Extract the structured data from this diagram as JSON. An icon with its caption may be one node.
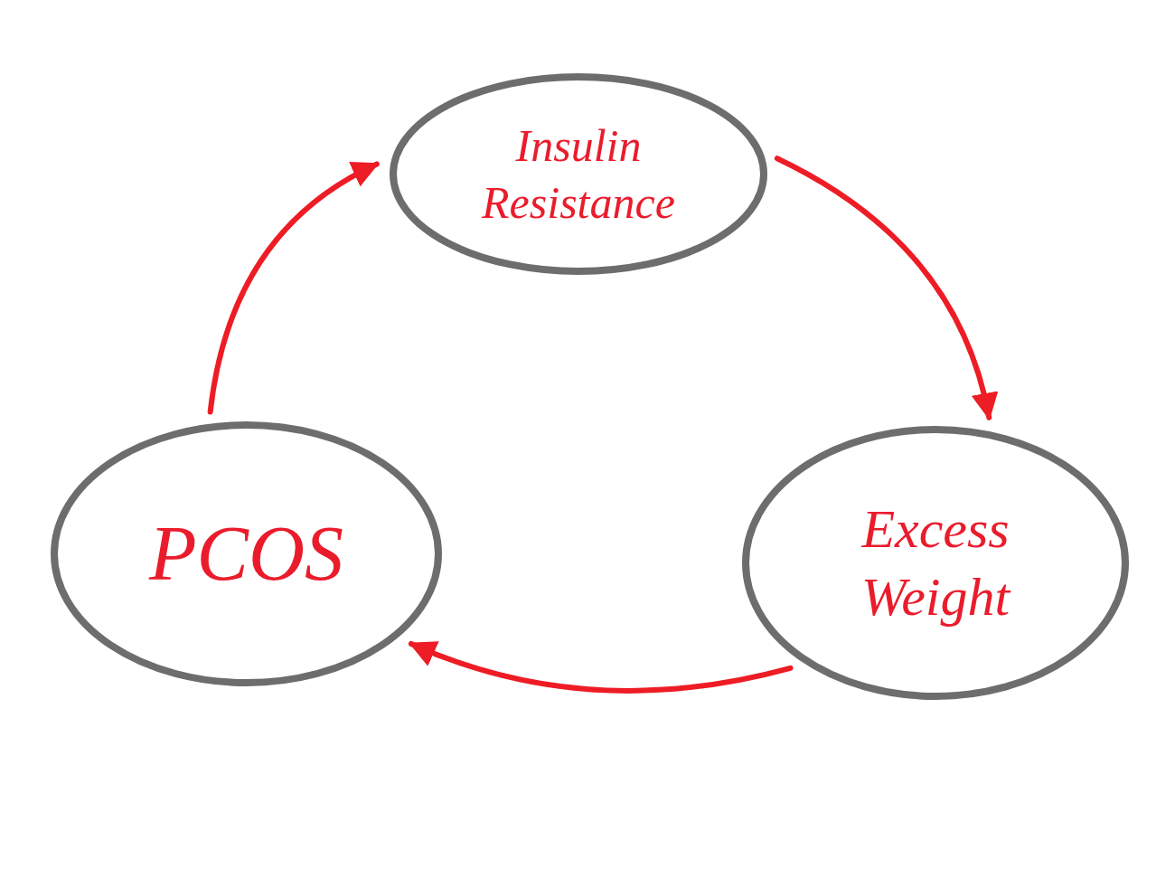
{
  "diagram": {
    "nodes": [
      {
        "text": [
          "Insulin Resistance"
        ]
      },
      {
        "text": [
          "Excess Weight"
        ]
      },
      {
        "text": [
          "PCOS"
        ]
      }
    ],
    "edges": [
      {
        "from": 2,
        "to": 0,
        "arrow": "to"
      },
      {
        "from": 0,
        "to": 1,
        "arrow": "to"
      },
      {
        "from": 1,
        "to": 2,
        "arrow": "to"
      }
    ]
  }
}
